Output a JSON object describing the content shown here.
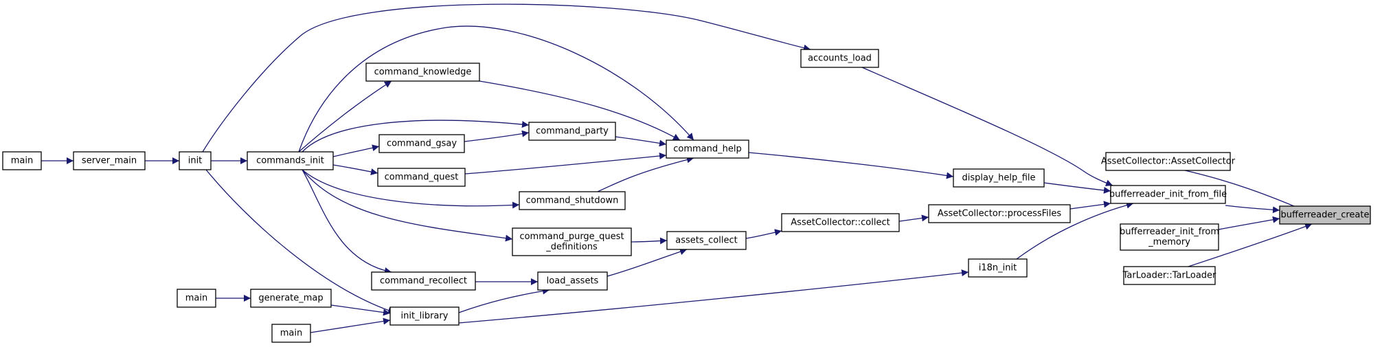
{
  "graph": {
    "nodes": [
      {
        "id": "bufferreader_create",
        "lines": [
          "bufferreader_create"
        ],
        "highlight": true
      },
      {
        "id": "AssetCollector_AssetCollector",
        "lines": [
          "AssetCollector::AssetCollector"
        ]
      },
      {
        "id": "bufferreader_init_from_file",
        "lines": [
          "bufferreader_init_from_file"
        ]
      },
      {
        "id": "bufferreader_init_from_memory",
        "lines": [
          "bufferreader_init_from",
          "_memory"
        ]
      },
      {
        "id": "TarLoader_TarLoader",
        "lines": [
          "TarLoader::TarLoader"
        ]
      },
      {
        "id": "accounts_load",
        "lines": [
          "accounts_load"
        ]
      },
      {
        "id": "display_help_file",
        "lines": [
          "display_help_file"
        ]
      },
      {
        "id": "AssetCollector_processFiles",
        "lines": [
          "AssetCollector::processFiles"
        ]
      },
      {
        "id": "i18n_init",
        "lines": [
          "i18n_init"
        ]
      },
      {
        "id": "AssetCollector_collect",
        "lines": [
          "AssetCollector::collect"
        ]
      },
      {
        "id": "command_help",
        "lines": [
          "command_help"
        ]
      },
      {
        "id": "assets_collect",
        "lines": [
          "assets_collect"
        ]
      },
      {
        "id": "command_knowledge",
        "lines": [
          "command_knowledge"
        ]
      },
      {
        "id": "command_party",
        "lines": [
          "command_party"
        ]
      },
      {
        "id": "command_gsay",
        "lines": [
          "command_gsay"
        ]
      },
      {
        "id": "command_quest",
        "lines": [
          "command_quest"
        ]
      },
      {
        "id": "command_shutdown",
        "lines": [
          "command_shutdown"
        ]
      },
      {
        "id": "command_purge_quest_definitions",
        "lines": [
          "command_purge_quest",
          "_definitions"
        ]
      },
      {
        "id": "load_assets",
        "lines": [
          "load_assets"
        ]
      },
      {
        "id": "command_recollect",
        "lines": [
          "command_recollect"
        ]
      },
      {
        "id": "init_library",
        "lines": [
          "init_library"
        ]
      },
      {
        "id": "commands_init",
        "lines": [
          "commands_init"
        ]
      },
      {
        "id": "init",
        "lines": [
          "init"
        ]
      },
      {
        "id": "server_main",
        "lines": [
          "server_main"
        ]
      },
      {
        "id": "main_1",
        "lines": [
          "main"
        ]
      },
      {
        "id": "generate_map",
        "lines": [
          "generate_map"
        ]
      },
      {
        "id": "main_2",
        "lines": [
          "main"
        ]
      },
      {
        "id": "main_3",
        "lines": [
          "main"
        ]
      }
    ]
  }
}
